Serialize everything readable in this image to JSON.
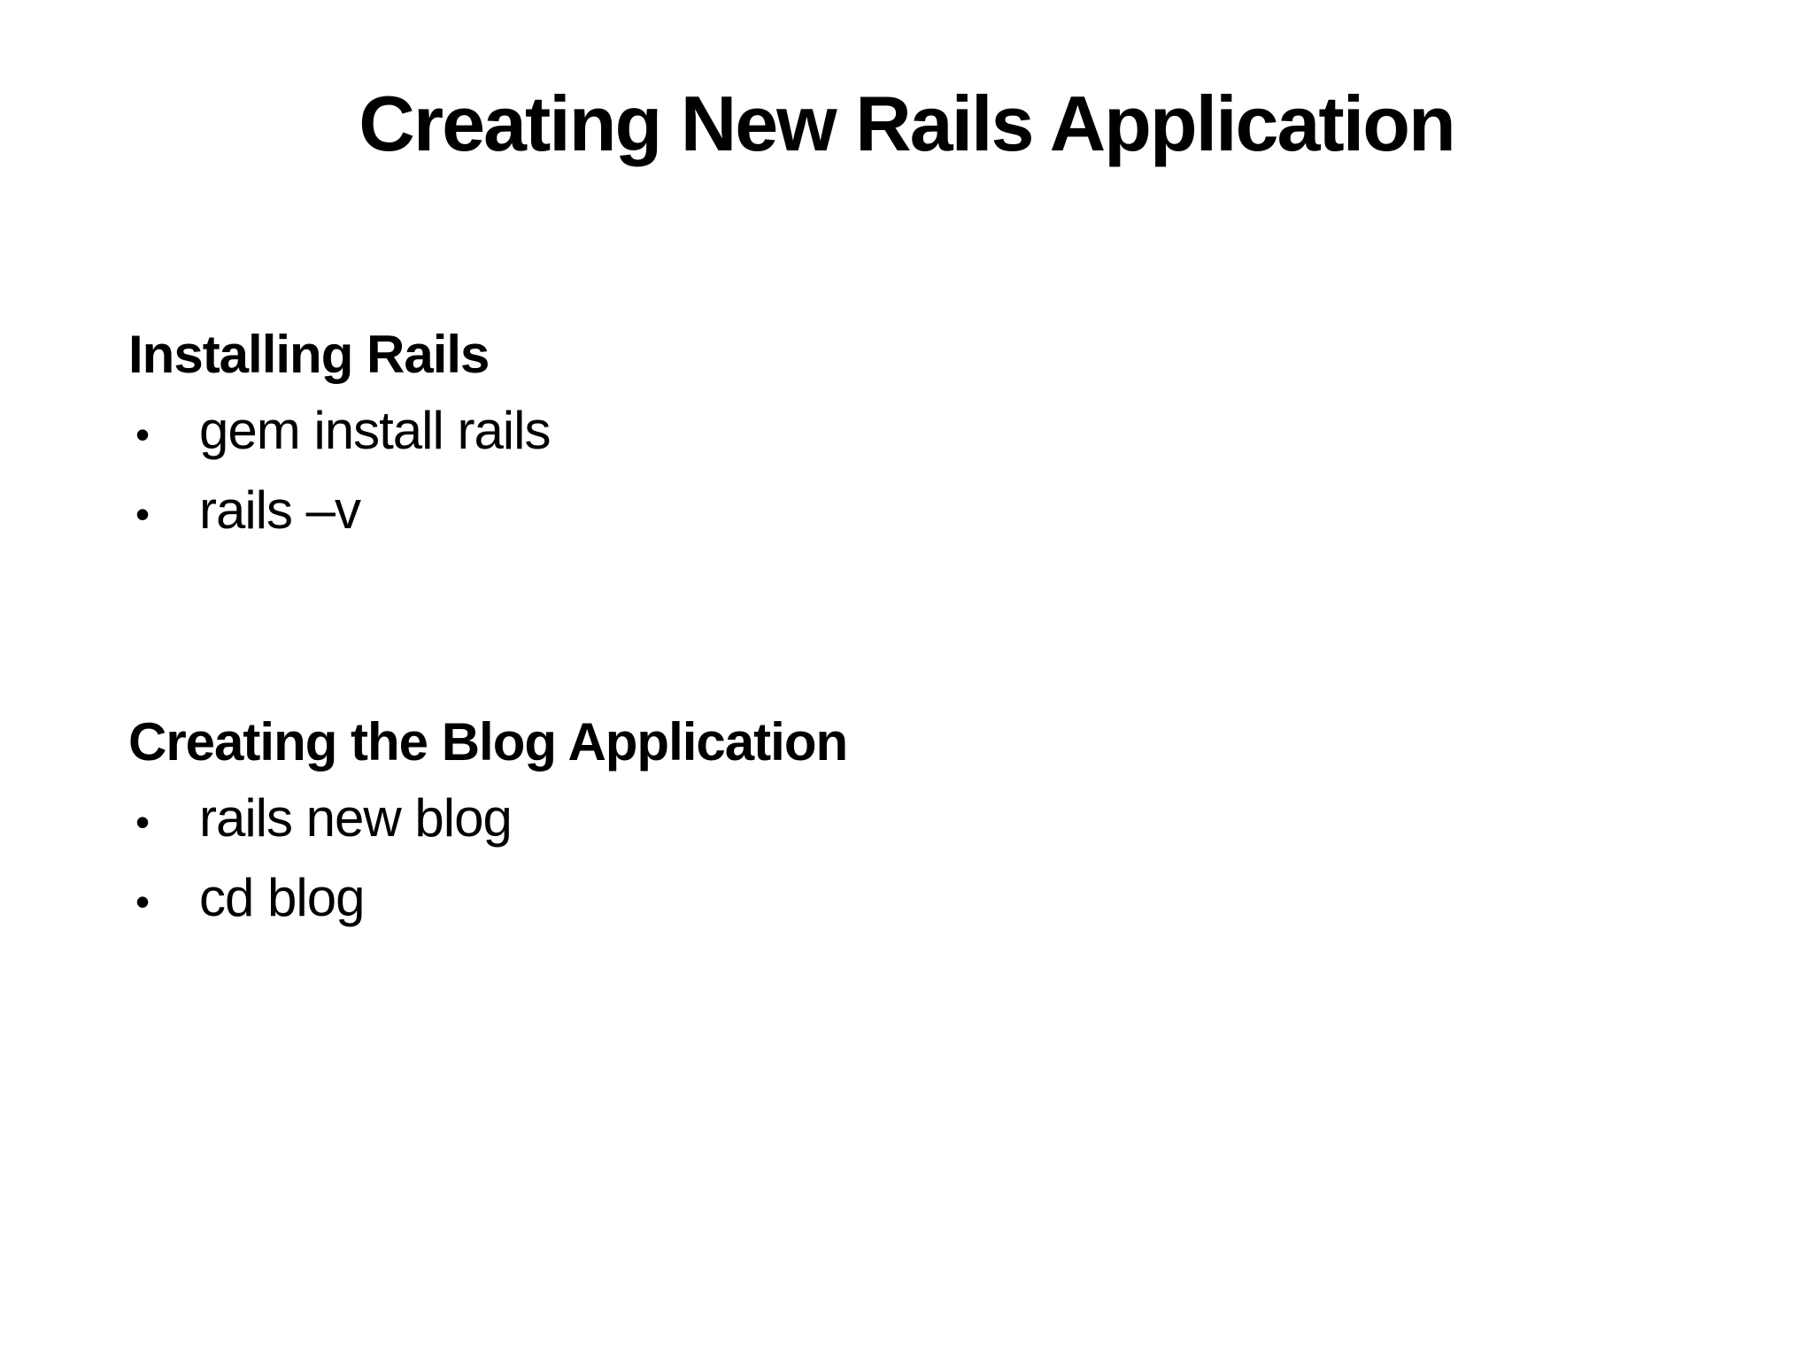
{
  "slide": {
    "title": "Creating New Rails Application",
    "bullet_glyph": "•",
    "sections": [
      {
        "heading": "Installing Rails",
        "bullets": [
          "gem install rails",
          "rails –v"
        ]
      },
      {
        "heading": "Creating the Blog Application",
        "bullets": [
          "rails new blog",
          "cd blog"
        ]
      }
    ],
    "colors": {
      "background": "#ffffff",
      "text": "#000000"
    }
  }
}
